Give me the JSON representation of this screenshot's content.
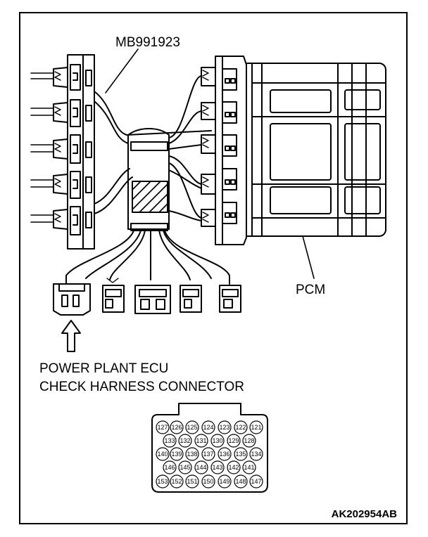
{
  "labels": {
    "tool": "MB991923",
    "pcm": "PCM",
    "caption_line1": "POWER PLANT ECU",
    "caption_line2": "CHECK HARNESS CONNECTOR",
    "figure_id": "AK202954AB"
  },
  "connector_pins": {
    "row1": [
      "127",
      "126",
      "125",
      "124",
      "123",
      "122",
      "121"
    ],
    "row2": [
      "133",
      "132",
      "131",
      "130",
      "129",
      "128"
    ],
    "row3": [
      "140",
      "139",
      "138",
      "137",
      "136",
      "135",
      "134"
    ],
    "row4": [
      "146",
      "145",
      "144",
      "143",
      "142",
      "141"
    ],
    "row5": [
      "153",
      "152",
      "151",
      "150",
      "149",
      "148",
      "147"
    ]
  }
}
